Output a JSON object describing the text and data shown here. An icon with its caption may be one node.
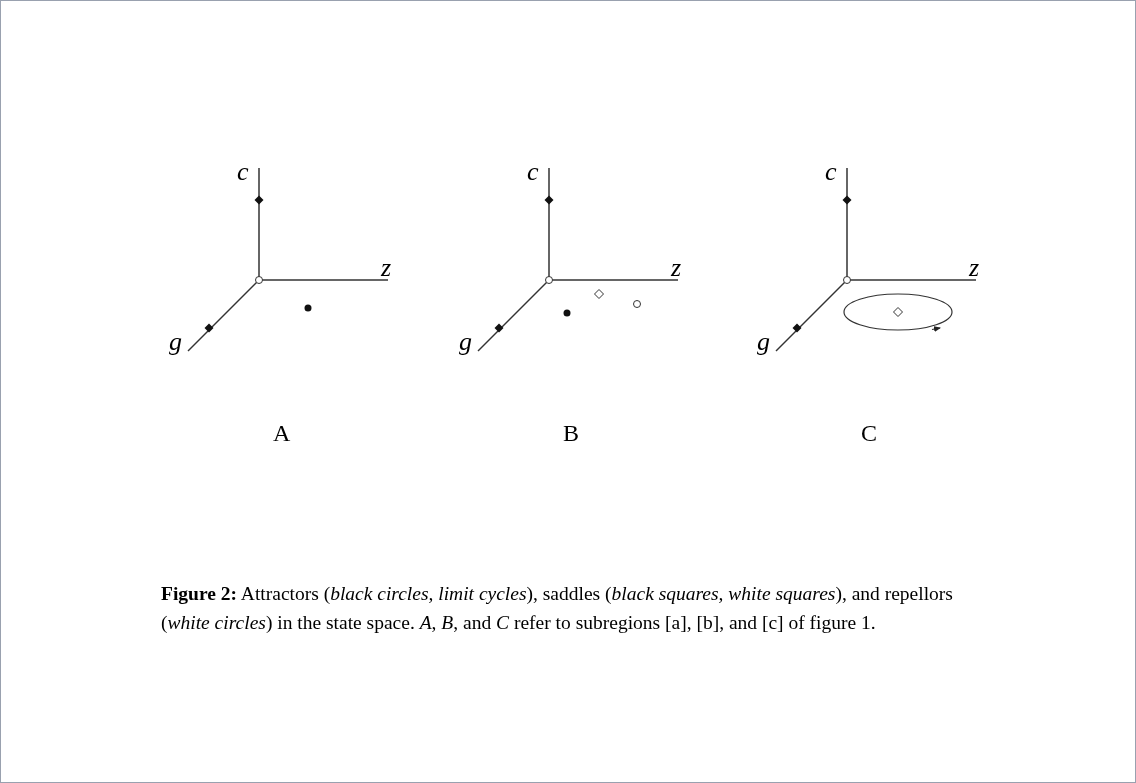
{
  "diagram": {
    "labels": [
      "c",
      "c",
      "c",
      "z",
      "z",
      "z",
      "g",
      "g",
      "g",
      "A",
      "B",
      "C"
    ],
    "caption": "**Figure 2:** Attractors (*black circles, limit cycles*), saddles (*black squares, white squares*), and repellors (*white circles*) in the state space. *A*, *B*, and *C* refer to subregions [a], [b], and [c] of figure 1."
  }
}
